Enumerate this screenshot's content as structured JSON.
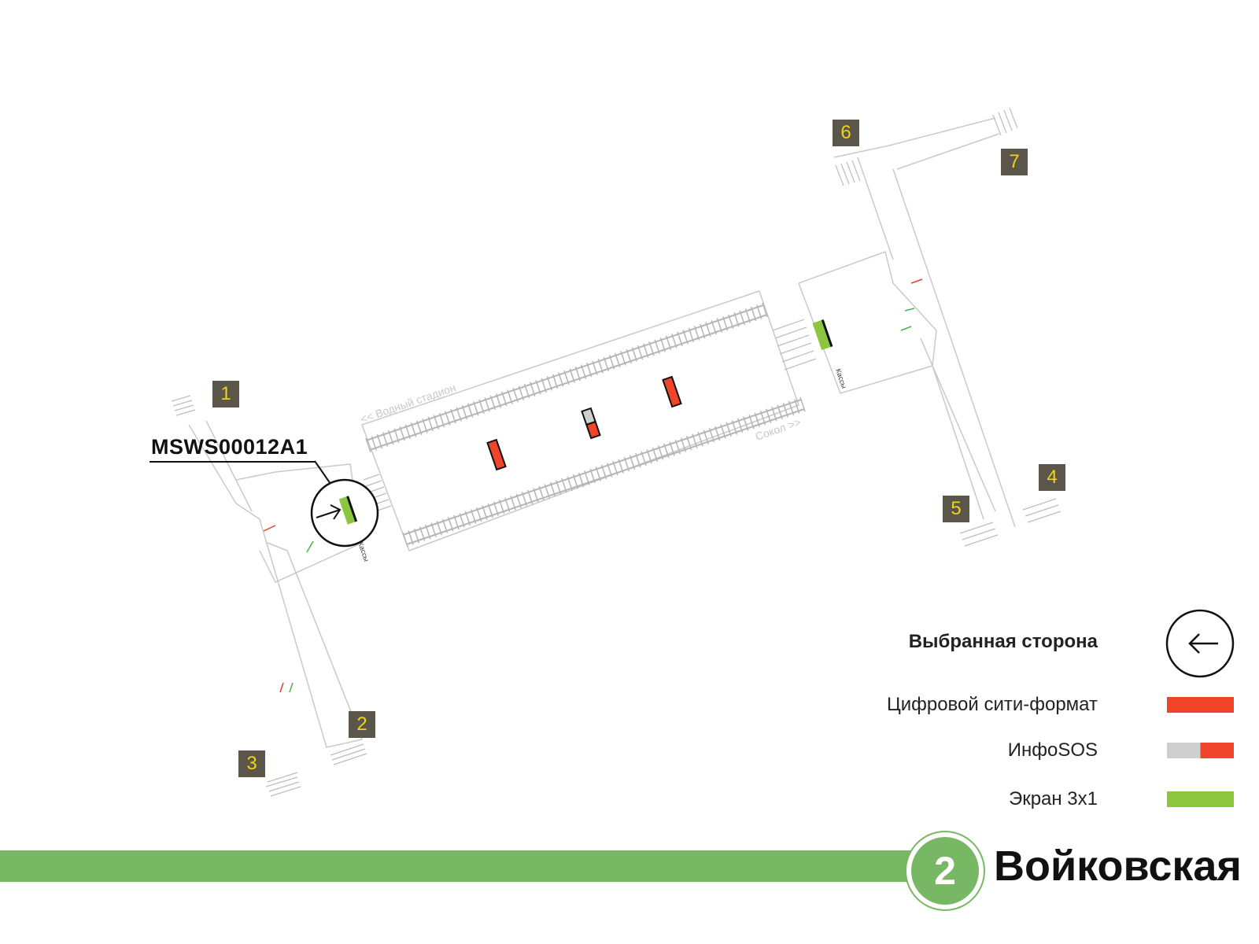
{
  "station": {
    "name": "Войковская",
    "line_number": "2",
    "line_color": "#78b864"
  },
  "selected_device": {
    "id": "MSWS00012A1"
  },
  "directions": {
    "left": "<< Водный стадион",
    "right": "Сокол >>"
  },
  "cashier_label": "Кассы",
  "exits": [
    "1",
    "2",
    "3",
    "4",
    "5",
    "6",
    "7"
  ],
  "legend": {
    "selected_side": "Выбранная сторона",
    "digital_city_format": "Цифровой сити-формат",
    "infosos": "ИнфоSOS",
    "screen_3x1": "Экран 3x1"
  },
  "colors": {
    "digital": "#f0452b",
    "infosos_gray": "#cfcfcf",
    "screen": "#8cc63f",
    "badge_bg": "#5a5649",
    "badge_text": "#f2d21a"
  }
}
